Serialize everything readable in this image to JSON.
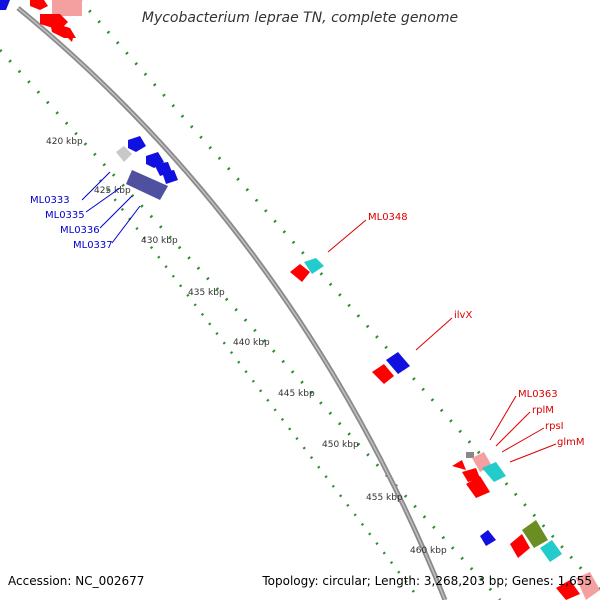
{
  "title": "Mycobacterium leprae TN, complete genome",
  "accession": "Accession: NC_002677",
  "topology": "Topology: circular; Length: 3,268,203 bp; Genes: 1,655",
  "colors": {
    "backbone": "#8a8a8a",
    "tick_dots": "#2f8f2f",
    "forward_gene": "#ff0000",
    "forward_light": "#f4a0a0",
    "reverse_gene": "#1010e0",
    "cyan_gene": "#22cccc",
    "slate_gene": "#5050a0",
    "olive_gene": "#6b8e23",
    "gray_gene": "#c8c8c8",
    "blue_label": "#0000cc",
    "red_label": "#dd0000"
  },
  "ticks": [
    "420 kbp",
    "425 kbp",
    "430 kbp",
    "435 kbp",
    "440 kbp",
    "445 kbp",
    "450 kbp",
    "455 kbp",
    "460 kbp"
  ],
  "gene_labels": {
    "blue": [
      "ML0333",
      "ML0335",
      "ML0336",
      "ML0337"
    ],
    "red": [
      "ML0348",
      "ilvX",
      "ML0363",
      "rplM",
      "rpsI",
      "glmM"
    ]
  }
}
